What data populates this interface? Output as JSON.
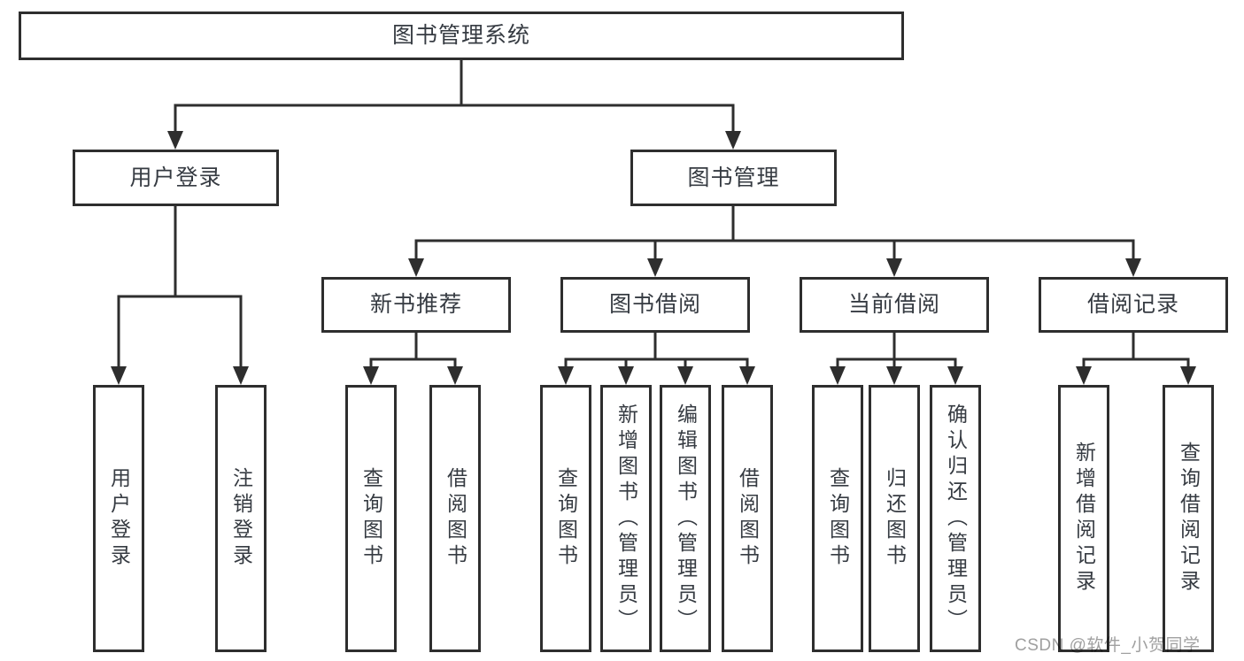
{
  "tree": {
    "label": "图书管理系统",
    "children": [
      {
        "label": "用户登录",
        "children": [
          {
            "label": "用户登录"
          },
          {
            "label": "注销登录"
          }
        ]
      },
      {
        "label": "图书管理",
        "children": [
          {
            "label": "新书推荐",
            "children": [
              {
                "label": "查询图书"
              },
              {
                "label": "借阅图书"
              }
            ]
          },
          {
            "label": "图书借阅",
            "children": [
              {
                "label": "查询图书"
              },
              {
                "label": "新增图书（管理员）"
              },
              {
                "label": "编辑图书（管理员）"
              },
              {
                "label": "借阅图书"
              }
            ]
          },
          {
            "label": "当前借阅",
            "children": [
              {
                "label": "查询图书"
              },
              {
                "label": "归还图书"
              },
              {
                "label": "确认归还（管理员）"
              }
            ]
          },
          {
            "label": "借阅记录",
            "children": [
              {
                "label": "新增借阅记录"
              },
              {
                "label": "查询借阅记录"
              }
            ]
          }
        ]
      }
    ]
  },
  "watermark": {
    "text": "CSDN @软件_小贺同学"
  },
  "colors": {
    "line": "#2e2e2e",
    "text": "#363b42",
    "watermark": "#a0a0a0",
    "background": "#ffffff"
  }
}
